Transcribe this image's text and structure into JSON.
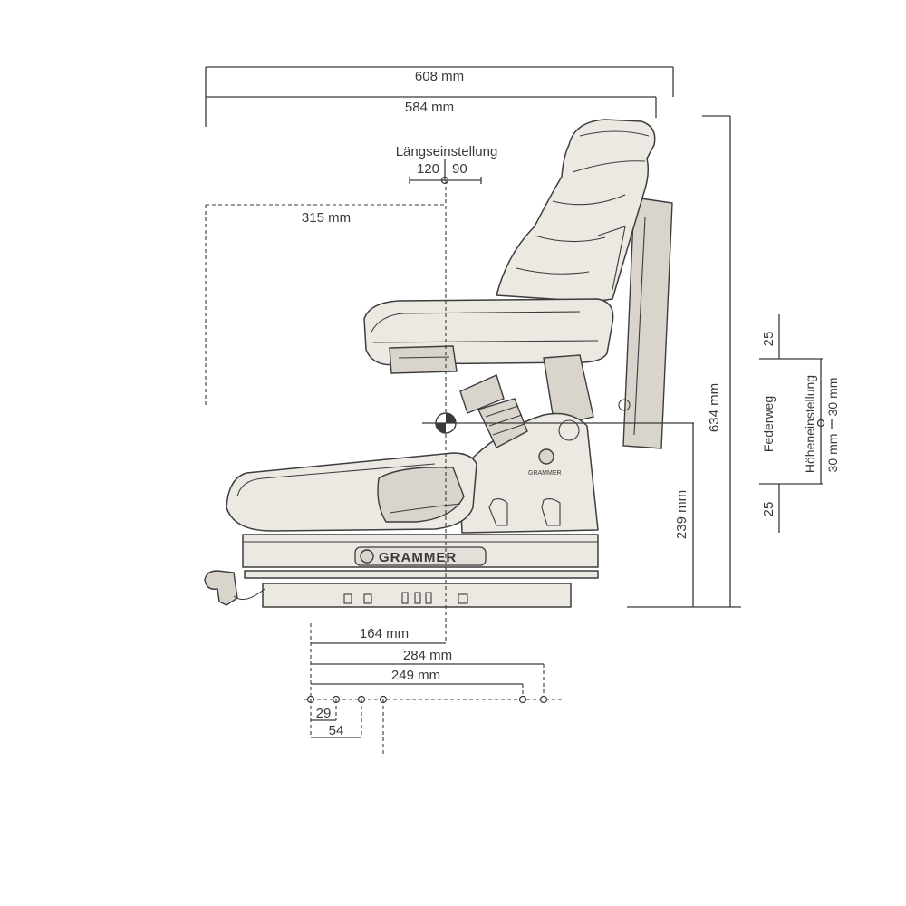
{
  "dimensions": {
    "total_width": "608 mm",
    "seat_width": "584 mm",
    "longitudinal_label": "Längseinstellung",
    "longitudinal_back": "120",
    "longitudinal_forward": "90",
    "armrest_offset": "315 mm",
    "total_height": "634 mm",
    "ref_height": "239 mm",
    "rail_164": "164 mm",
    "rail_284": "284 mm",
    "rail_249": "249 mm",
    "hole_29": "29",
    "hole_54": "54"
  },
  "suspension": {
    "top_travel": "25",
    "bottom_travel": "25",
    "federweg_label": "Federweg",
    "height_label": "Höheneinstellung",
    "height_up": "30 mm",
    "height_down": "30 mm"
  },
  "branding": {
    "logo_text": "GRAMMER",
    "small_logo_text": "GRAMMER"
  }
}
